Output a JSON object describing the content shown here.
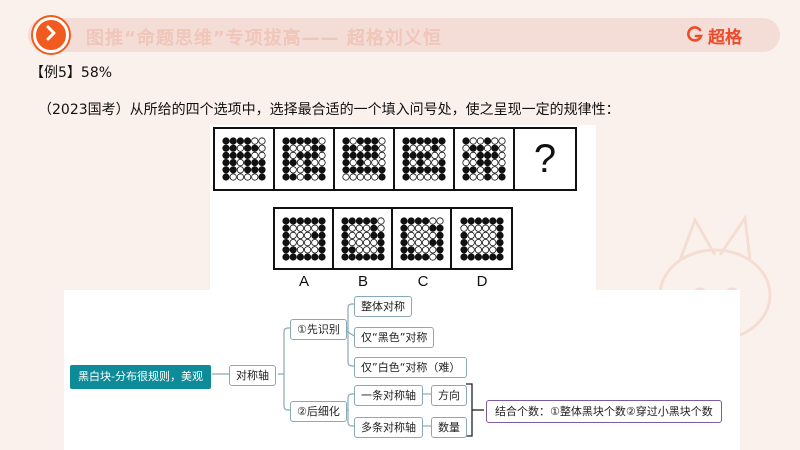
{
  "header": {
    "title": "图推“命题思维”专项拔高—— 超格刘义恒",
    "brand": "超格",
    "accent": "#f15b1f"
  },
  "example": {
    "label": "【例5】58%",
    "question": "（2023国考）从所给的四个选项中，选择最合适的一个填入问号处，使之呈现一定的规律性："
  },
  "puzzle": {
    "question_mark": "?",
    "option_labels": [
      "A",
      "B",
      "C",
      "D"
    ]
  },
  "mindmap": {
    "root": "黑白块-分布很规则，美观",
    "axis": "对称轴",
    "branch1": "①先识别",
    "b1_items": [
      "整体对称",
      "仅“黑色”对称",
      "仅”白色“对称（难）"
    ],
    "branch2": "②后细化",
    "b2_items": [
      "一条对称轴",
      "多条对称轴"
    ],
    "b2_leaves": [
      "方向",
      "数量"
    ],
    "summary": "结合个数：①整体黑块个数②穿过小黑块个数",
    "colors": {
      "root": "#0e8b99",
      "summary_border": "#7b5aa6"
    }
  }
}
